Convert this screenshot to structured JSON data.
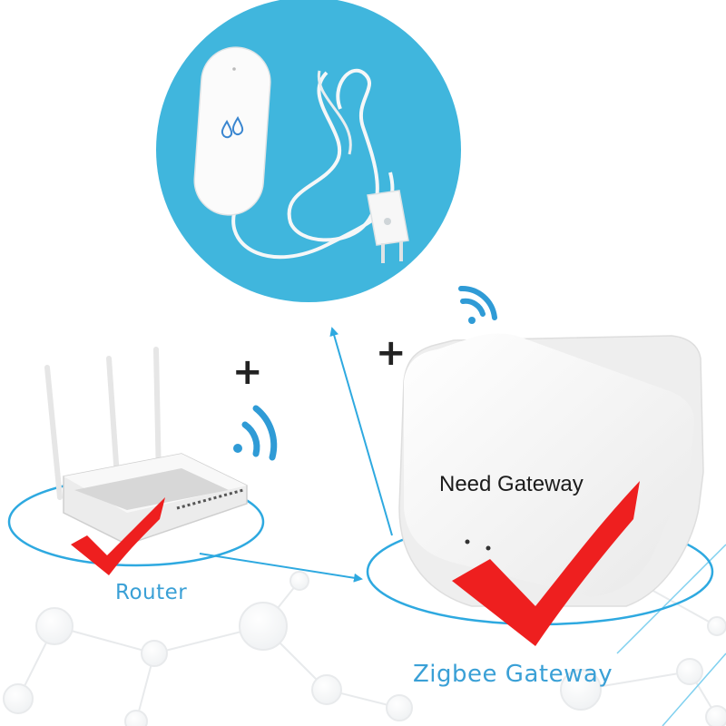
{
  "labels": {
    "router": "Router",
    "gateway": "Zigbee Gateway",
    "need_gateway": "Need Gateway",
    "plus": "+"
  },
  "colors": {
    "sensor_circle": "#40b6dd",
    "accent_blue": "#3aa0d6",
    "wifi_blue": "#2f9bd6",
    "check_red": "#ee1f1f",
    "device_white": "#f4f4f4"
  },
  "icons": [
    "wifi-icon",
    "checkmark-icon",
    "water-drop-icon",
    "plus-icon",
    "arrow-icon"
  ]
}
